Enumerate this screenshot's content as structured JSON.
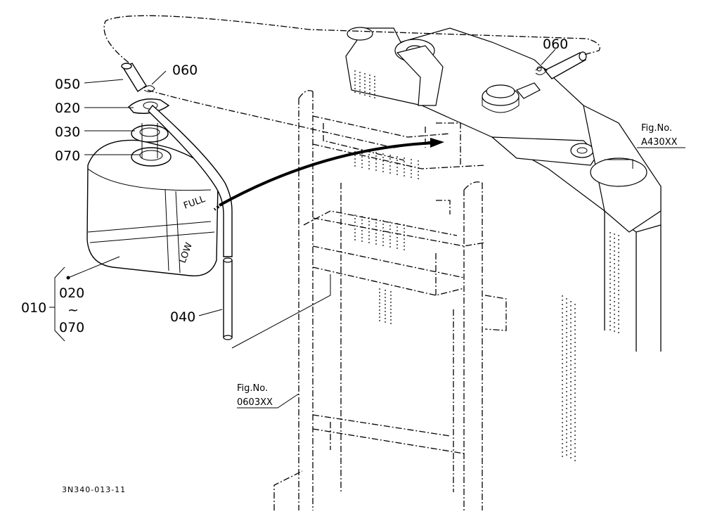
{
  "diagram_code": "3N340-013-11",
  "parts": {
    "p010": "010",
    "p020": "020",
    "p030": "030",
    "p040": "040",
    "p050": "050",
    "p060_left": "060",
    "p060_right": "060",
    "p070": "070",
    "group_from": "020",
    "group_tilde": "~",
    "group_to": "070"
  },
  "tank_labels": {
    "full": "FULL",
    "low": "LOW"
  },
  "fig_refs": {
    "right": {
      "line1": "Fig.No.",
      "line2": "A430XX"
    },
    "bottom": {
      "line1": "Fig.No.",
      "line2": "0603XX"
    }
  }
}
